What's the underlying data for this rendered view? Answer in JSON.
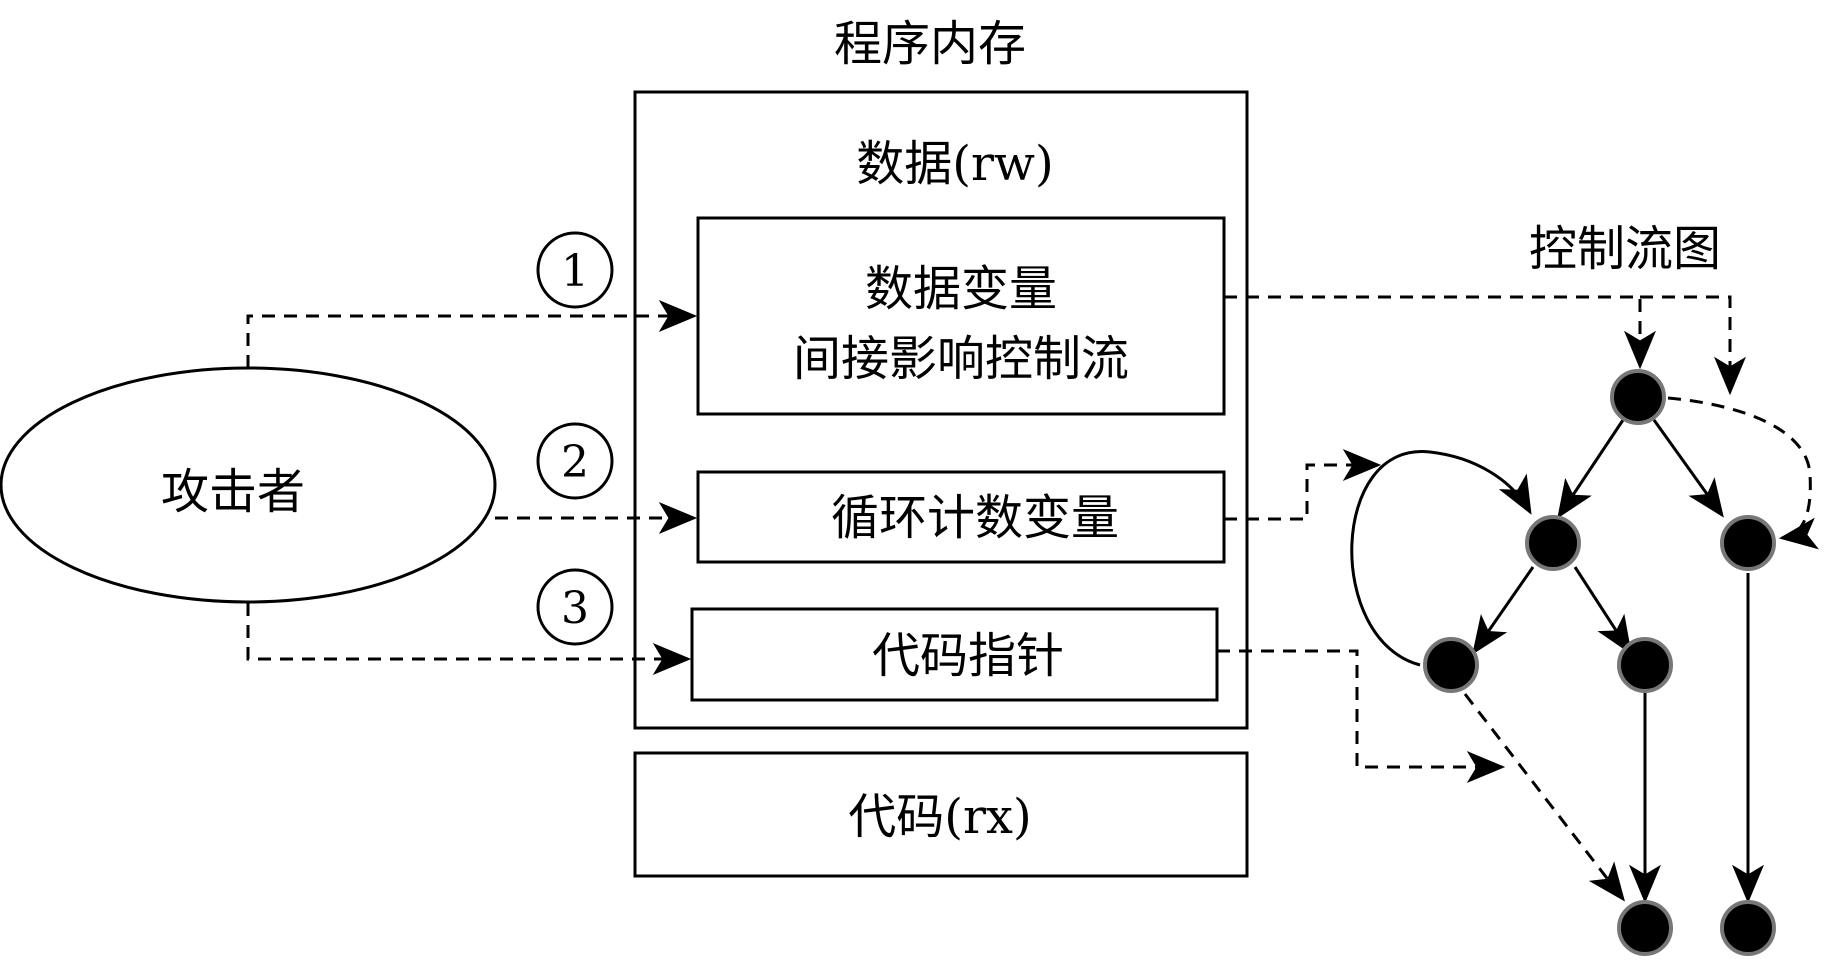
{
  "memory": {
    "title": "程序内存",
    "data_section": "数据(rw)",
    "code_section": "代码(rx)",
    "data_var_line1": "数据变量",
    "data_var_line2": "间接影响控制流",
    "loop_counter": "循环计数变量",
    "code_pointer": "代码指针"
  },
  "attacker": {
    "label": "攻击者"
  },
  "markers": {
    "one": "1",
    "two": "2",
    "three": "3"
  },
  "cfg": {
    "title": "控制流图"
  }
}
